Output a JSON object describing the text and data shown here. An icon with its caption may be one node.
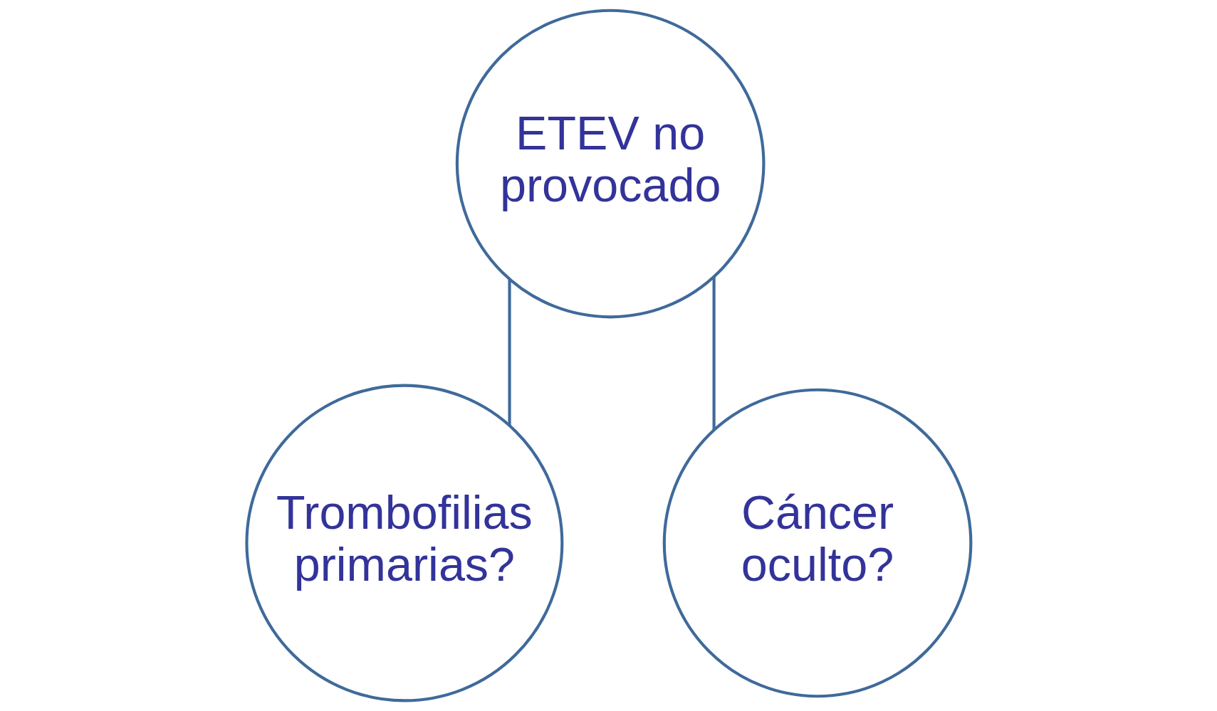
{
  "diagram": {
    "nodes": [
      {
        "text": [
          "ETEV no provocado"
        ]
      },
      {
        "text": [
          "Trombofilias primarias?"
        ]
      },
      {
        "text": [
          "Cáncer oculto?"
        ]
      }
    ],
    "edges": [
      {
        "from": 0,
        "to": 1,
        "arrow": "none"
      },
      {
        "from": 0,
        "to": 2,
        "arrow": "none"
      }
    ]
  }
}
